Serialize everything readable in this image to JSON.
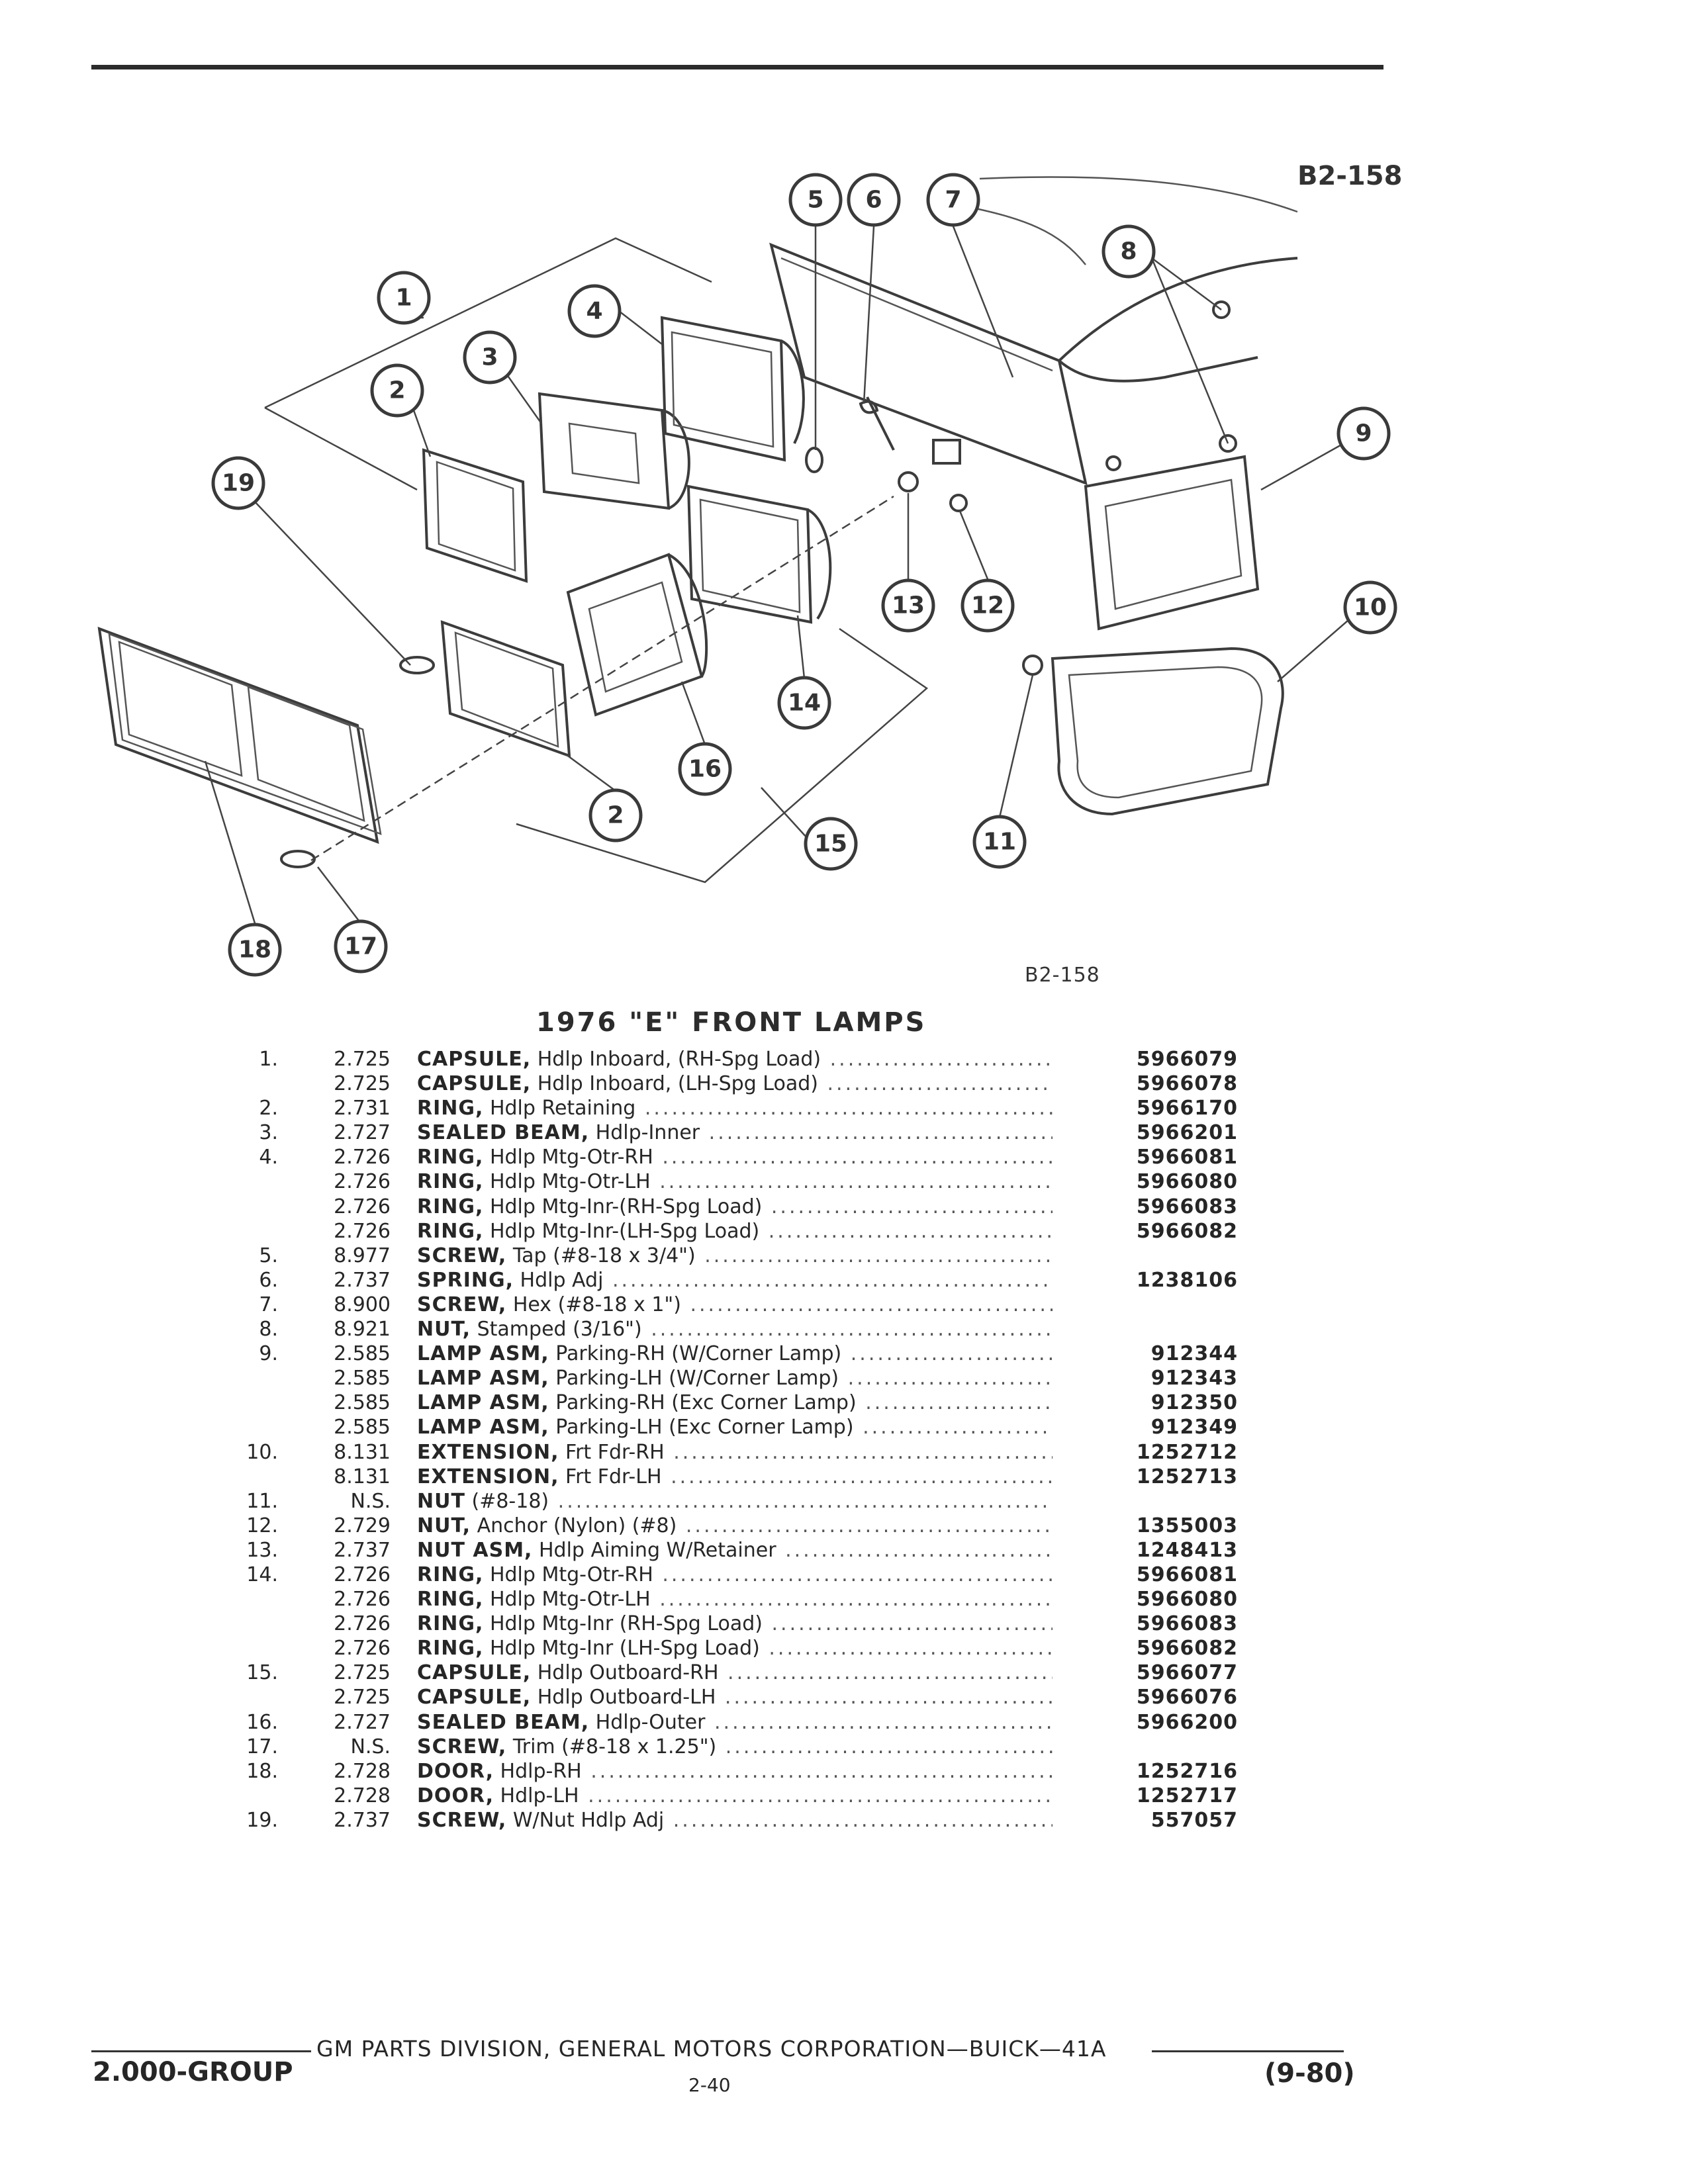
{
  "figure": {
    "code_top": "B2-158",
    "code_bottom": "B2-158"
  },
  "callouts": [
    "5",
    "6",
    "7",
    "8",
    "1",
    "4",
    "3",
    "2",
    "19",
    "9",
    "13",
    "12",
    "10",
    "14",
    "16",
    "2",
    "11",
    "15",
    "18",
    "17"
  ],
  "list_title": "1976 \"E\" FRONT LAMPS",
  "parts": [
    {
      "item": "1.",
      "group": "2.725",
      "name": "CAPSULE,",
      "desc": "Hdlp Inboard, (RH-Spg Load)",
      "part": "5966079"
    },
    {
      "item": "",
      "group": "2.725",
      "name": "CAPSULE,",
      "desc": "Hdlp Inboard, (LH-Spg Load)",
      "part": "5966078"
    },
    {
      "item": "2.",
      "group": "2.731",
      "name": "RING,",
      "desc": "Hdlp Retaining",
      "part": "5966170"
    },
    {
      "item": "3.",
      "group": "2.727",
      "name": "SEALED BEAM,",
      "desc": "Hdlp-Inner",
      "part": "5966201"
    },
    {
      "item": "4.",
      "group": "2.726",
      "name": "RING,",
      "desc": "Hdlp Mtg-Otr-RH",
      "part": "5966081"
    },
    {
      "item": "",
      "group": "2.726",
      "name": "RING,",
      "desc": "Hdlp Mtg-Otr-LH",
      "part": "5966080"
    },
    {
      "item": "",
      "group": "2.726",
      "name": "RING,",
      "desc": "Hdlp Mtg-Inr-(RH-Spg Load)",
      "part": "5966083"
    },
    {
      "item": "",
      "group": "2.726",
      "name": "RING,",
      "desc": "Hdlp Mtg-Inr-(LH-Spg Load)",
      "part": "5966082"
    },
    {
      "item": "5.",
      "group": "8.977",
      "name": "SCREW,",
      "desc": "Tap (#8-18 x 3/4\")",
      "part": ""
    },
    {
      "item": "6.",
      "group": "2.737",
      "name": "SPRING,",
      "desc": "Hdlp Adj",
      "part": "1238106"
    },
    {
      "item": "7.",
      "group": "8.900",
      "name": "SCREW,",
      "desc": "Hex (#8-18 x 1\")",
      "part": ""
    },
    {
      "item": "8.",
      "group": "8.921",
      "name": "NUT,",
      "desc": "Stamped (3/16\")",
      "part": ""
    },
    {
      "item": "9.",
      "group": "2.585",
      "name": "LAMP ASM,",
      "desc": "Parking-RH (W/Corner Lamp)",
      "part": "912344"
    },
    {
      "item": "",
      "group": "2.585",
      "name": "LAMP ASM,",
      "desc": "Parking-LH (W/Corner Lamp)",
      "part": "912343"
    },
    {
      "item": "",
      "group": "2.585",
      "name": "LAMP ASM,",
      "desc": "Parking-RH (Exc Corner Lamp)",
      "part": "912350"
    },
    {
      "item": "",
      "group": "2.585",
      "name": "LAMP ASM,",
      "desc": "Parking-LH (Exc Corner Lamp)",
      "part": "912349"
    },
    {
      "item": "10.",
      "group": "8.131",
      "name": "EXTENSION,",
      "desc": "Frt Fdr-RH",
      "part": "1252712"
    },
    {
      "item": "",
      "group": "8.131",
      "name": "EXTENSION,",
      "desc": "Frt Fdr-LH",
      "part": "1252713"
    },
    {
      "item": "11.",
      "group": "N.S.",
      "name": "NUT",
      "desc": "(#8-18)",
      "part": ""
    },
    {
      "item": "12.",
      "group": "2.729",
      "name": "NUT,",
      "desc": "Anchor (Nylon) (#8)",
      "part": "1355003"
    },
    {
      "item": "13.",
      "group": "2.737",
      "name": "NUT ASM,",
      "desc": "Hdlp Aiming W/Retainer",
      "part": "1248413"
    },
    {
      "item": "14.",
      "group": "2.726",
      "name": "RING,",
      "desc": "Hdlp Mtg-Otr-RH",
      "part": "5966081"
    },
    {
      "item": "",
      "group": "2.726",
      "name": "RING,",
      "desc": "Hdlp Mtg-Otr-LH",
      "part": "5966080"
    },
    {
      "item": "",
      "group": "2.726",
      "name": "RING,",
      "desc": "Hdlp Mtg-Inr (RH-Spg Load)",
      "part": "5966083"
    },
    {
      "item": "",
      "group": "2.726",
      "name": "RING,",
      "desc": "Hdlp Mtg-Inr (LH-Spg Load)",
      "part": "5966082"
    },
    {
      "item": "15.",
      "group": "2.725",
      "name": "CAPSULE,",
      "desc": "Hdlp Outboard-RH",
      "part": "5966077"
    },
    {
      "item": "",
      "group": "2.725",
      "name": "CAPSULE,",
      "desc": "Hdlp Outboard-LH",
      "part": "5966076"
    },
    {
      "item": "16.",
      "group": "2.727",
      "name": "SEALED BEAM,",
      "desc": "Hdlp-Outer",
      "part": "5966200"
    },
    {
      "item": "17.",
      "group": "N.S.",
      "name": "SCREW,",
      "desc": "Trim (#8-18 x 1.25\")",
      "part": ""
    },
    {
      "item": "18.",
      "group": "2.728",
      "name": "DOOR,",
      "desc": "Hdlp-RH",
      "part": "1252716"
    },
    {
      "item": "",
      "group": "2.728",
      "name": "DOOR,",
      "desc": "Hdlp-LH",
      "part": "1252717"
    },
    {
      "item": "19.",
      "group": "2.737",
      "name": "SCREW,",
      "desc": "W/Nut Hdlp Adj",
      "part": "557057"
    }
  ],
  "footer": {
    "corporation": "GM PARTS DIVISION, GENERAL MOTORS CORPORATION—BUICK—41A",
    "group": "2.000-GROUP",
    "page": "2-40",
    "date": "(9-80)"
  }
}
